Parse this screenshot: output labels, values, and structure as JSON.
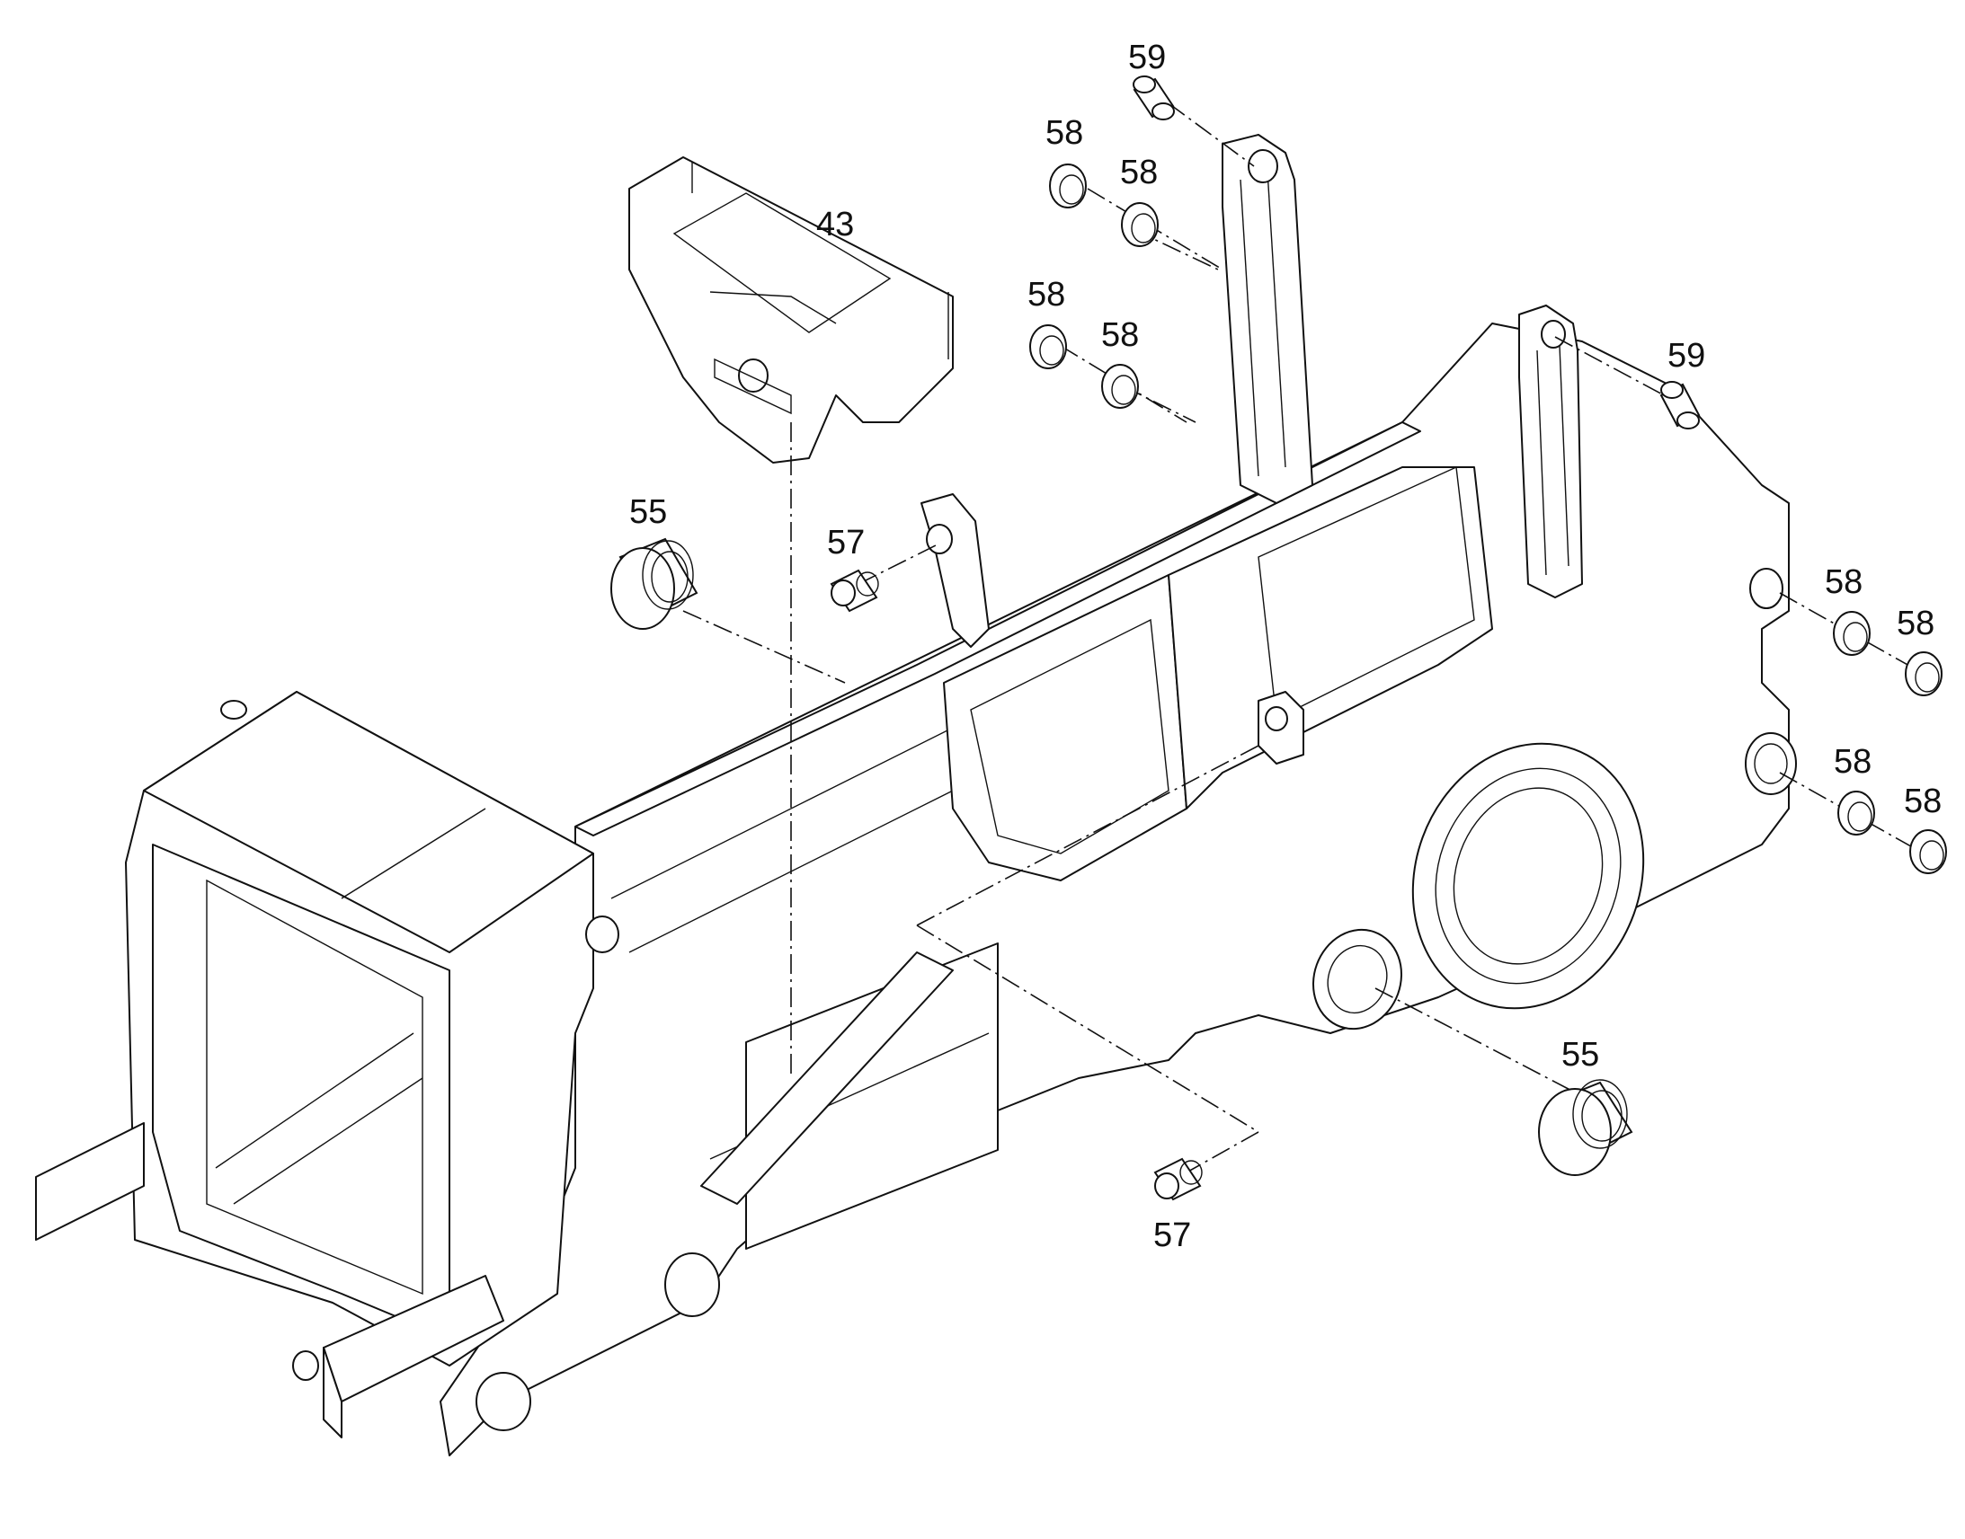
{
  "callouts": [
    {
      "id": "c59a",
      "label": "59"
    },
    {
      "id": "c59b",
      "label": "59"
    },
    {
      "id": "c58a",
      "label": "58"
    },
    {
      "id": "c58b",
      "label": "58"
    },
    {
      "id": "c58c",
      "label": "58"
    },
    {
      "id": "c58d",
      "label": "58"
    },
    {
      "id": "c58e",
      "label": "58"
    },
    {
      "id": "c58f",
      "label": "58"
    },
    {
      "id": "c58g",
      "label": "58"
    },
    {
      "id": "c58h",
      "label": "58"
    },
    {
      "id": "c43",
      "label": "43"
    },
    {
      "id": "c55a",
      "label": "55"
    },
    {
      "id": "c55b",
      "label": "55"
    },
    {
      "id": "c57a",
      "label": "57"
    },
    {
      "id": "c57b",
      "label": "57"
    }
  ]
}
